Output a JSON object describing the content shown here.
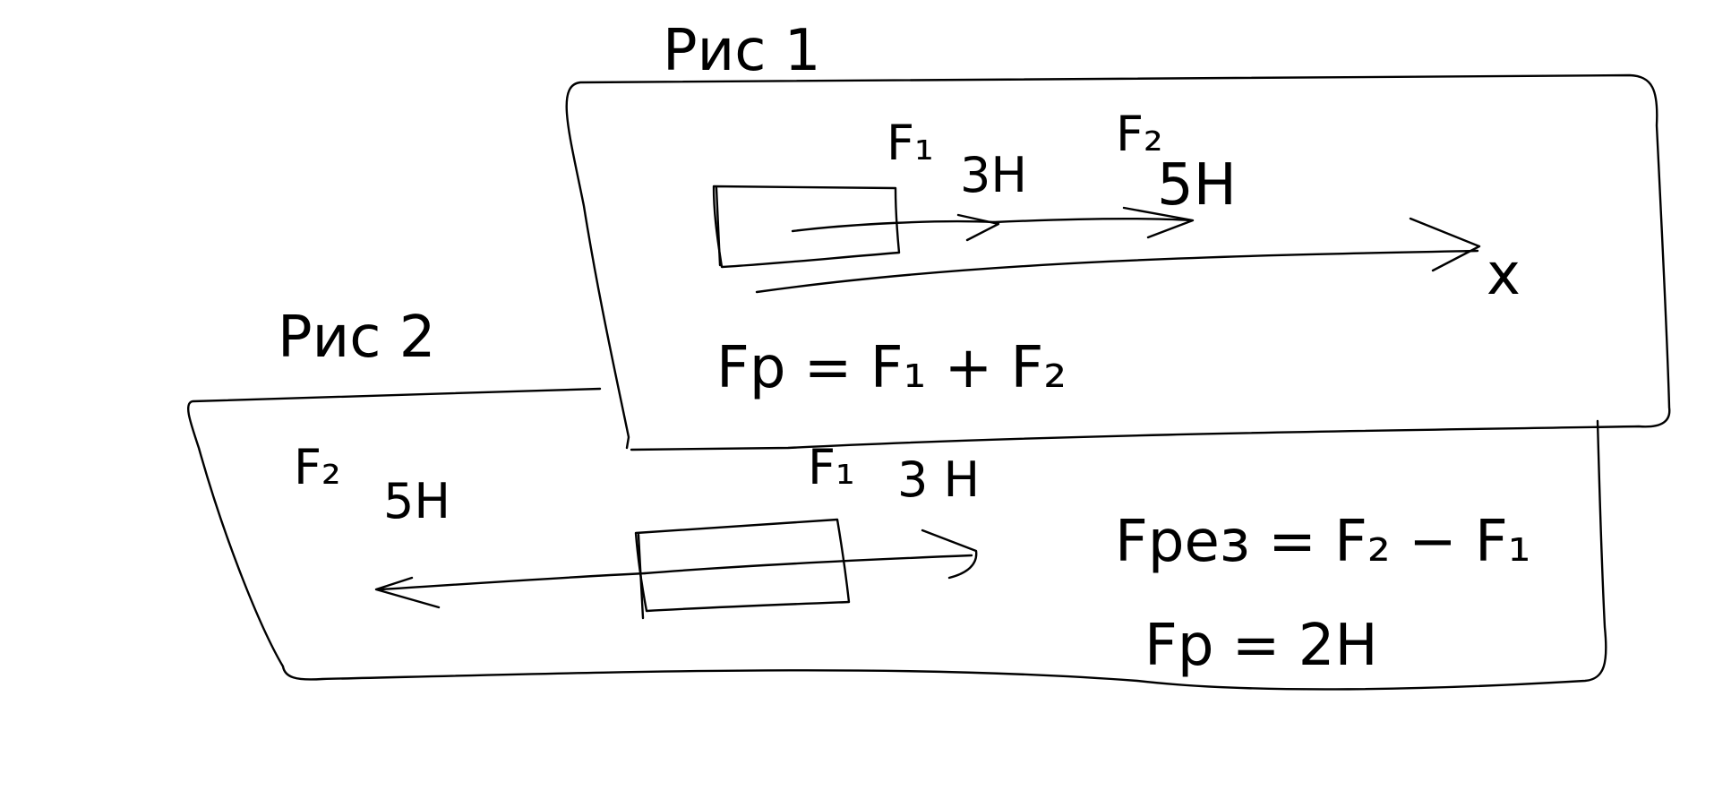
{
  "colors": {
    "ink": "#000000",
    "paper": "#ffffff"
  },
  "figure1": {
    "caption": "Рис 1",
    "force1_label": "F₁",
    "force1_value": "3Н",
    "force2_label": "F₂",
    "force2_value": "5Н",
    "axis_label": "x",
    "equation": "Fр = F₁ + F₂"
  },
  "figure2": {
    "caption": "Рис 2",
    "force2_label": "F₂",
    "force2_value": "5Н",
    "force1_label": "F₁",
    "force1_value": "3 Н",
    "equation_1": "Fрез = F₂ − F₁",
    "equation_2": "Fр = 2Н"
  }
}
